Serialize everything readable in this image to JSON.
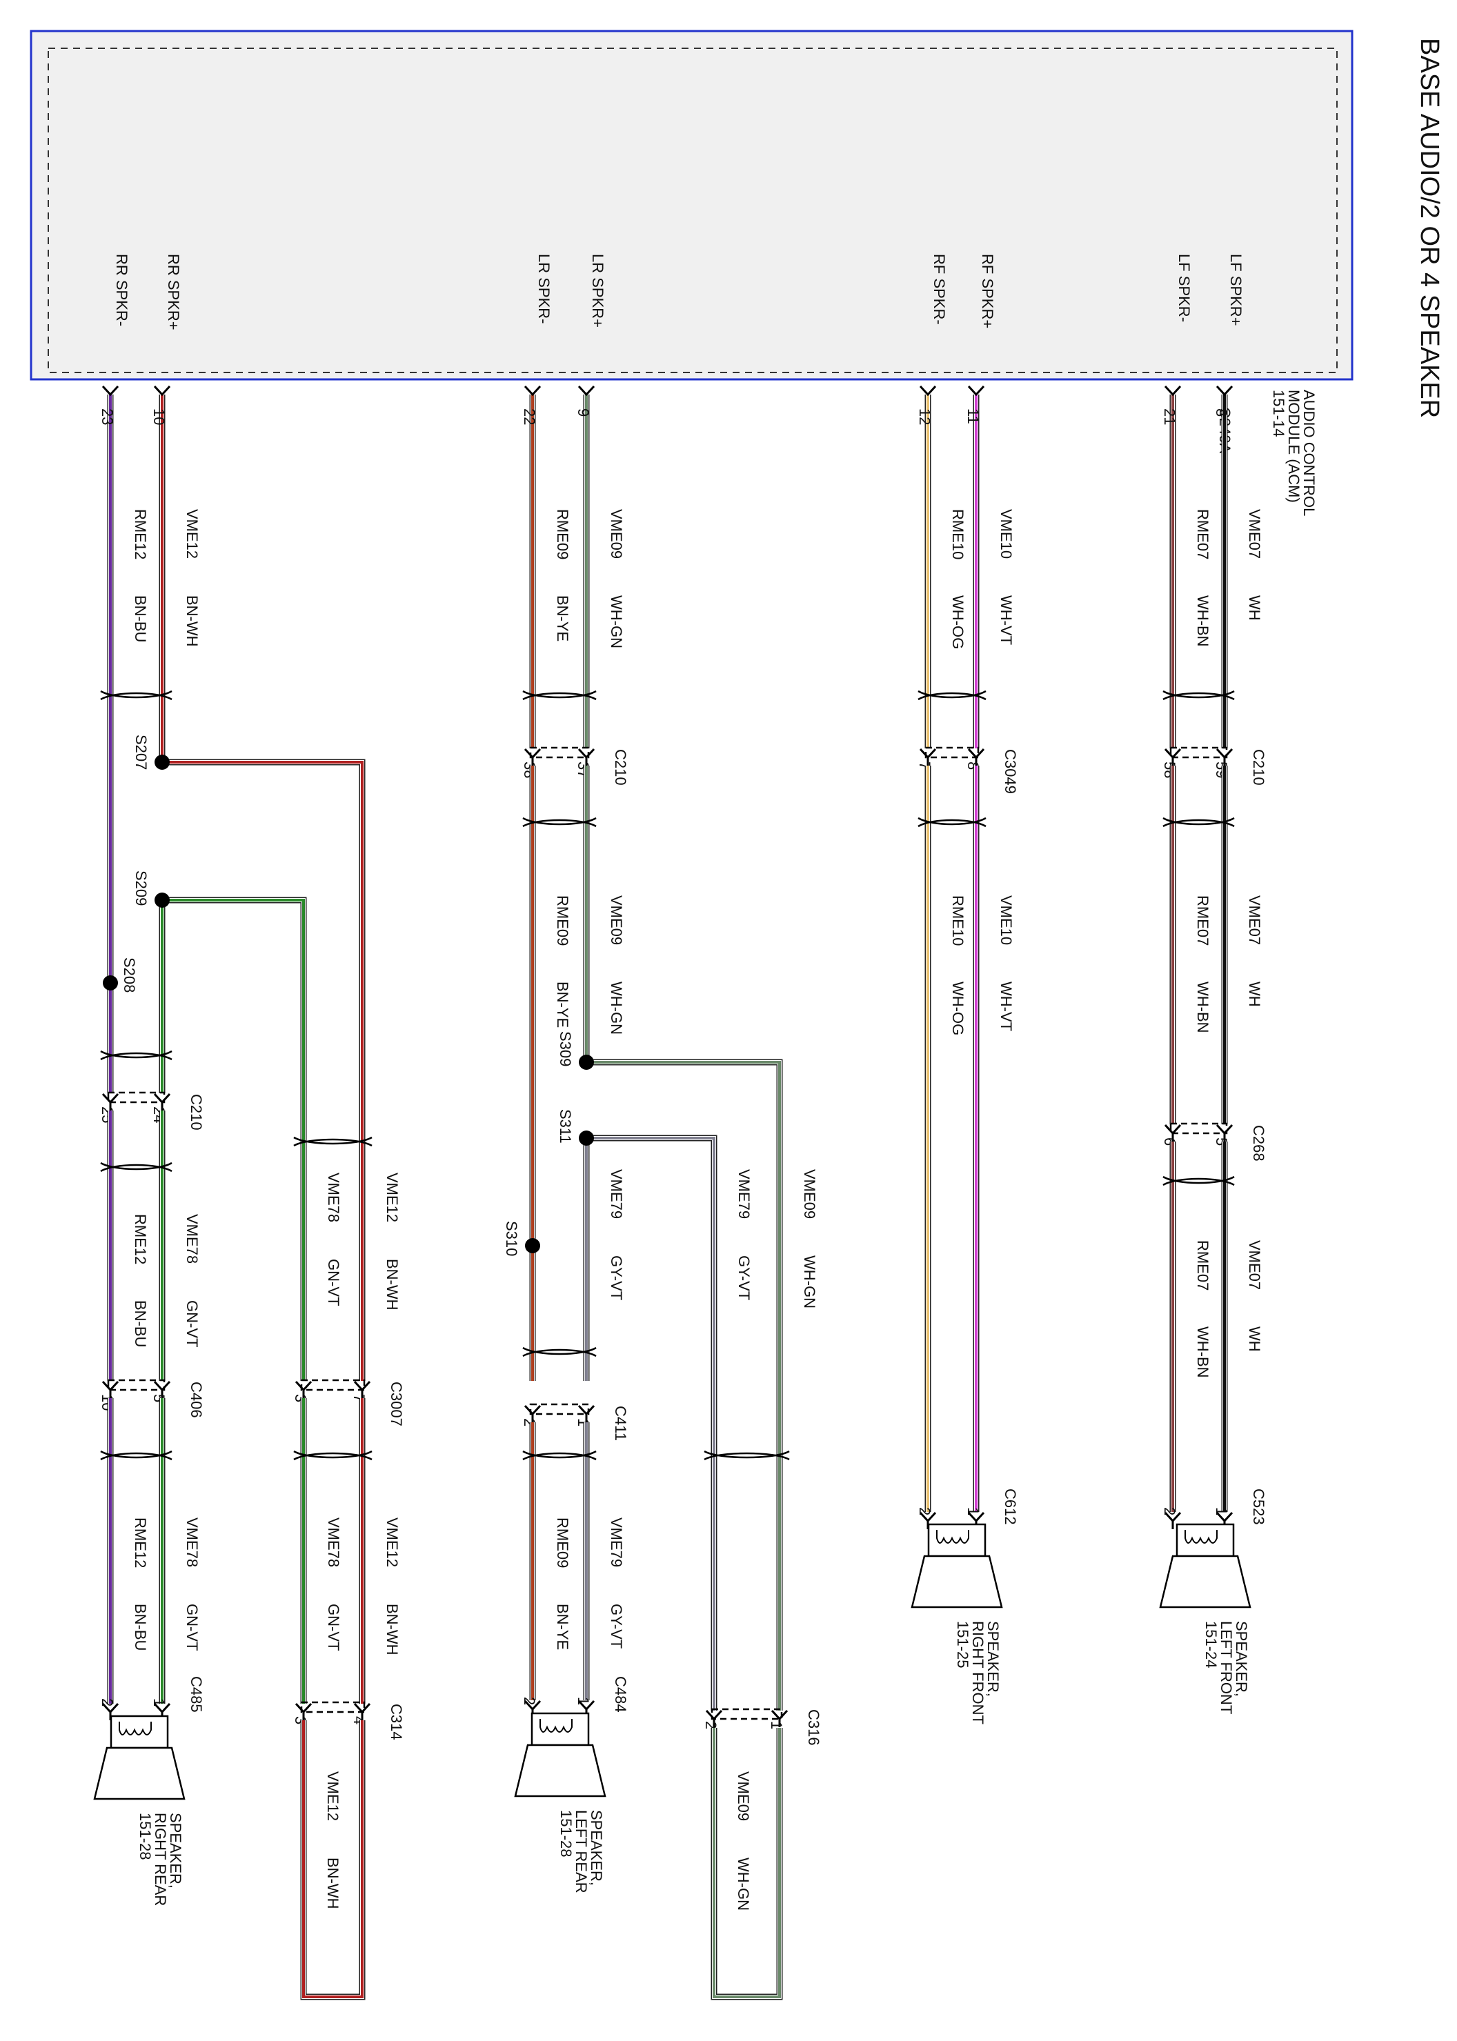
{
  "page_title": "BASE AUDIO/2 OR 4 SPEAKER",
  "module": {
    "name_lines": [
      "AUDIO CONTROL",
      "MODULE (ACM)",
      "151-14"
    ],
    "connector": "C240A",
    "pins": [
      {
        "id": "lf_pos",
        "label": "LF SPKR+",
        "pin": "8"
      },
      {
        "id": "lf_neg",
        "label": "LF SPKR-",
        "pin": "21"
      },
      {
        "id": "rf_pos",
        "label": "RF SPKR+",
        "pin": "11"
      },
      {
        "id": "rf_neg",
        "label": "RF SPKR-",
        "pin": "12"
      },
      {
        "id": "lr_pos",
        "label": "LR SPKR+",
        "pin": "9"
      },
      {
        "id": "lr_neg",
        "label": "LR SPKR-",
        "pin": "22"
      },
      {
        "id": "rr_pos",
        "label": "RR SPKR+",
        "pin": "10"
      },
      {
        "id": "rr_neg",
        "label": "RR SPKR-",
        "pin": "23"
      }
    ]
  },
  "colors": {
    "module_border": "#2233cc",
    "WH": "#111111",
    "WH-BN": "#8a4040",
    "WH-VT": "#d040d0",
    "WH-OG": "#e8c070",
    "WH-GN": "#6a8a6a",
    "BN-YE": "#b04020",
    "GY-VT": "#808090",
    "BN-WH": "#b02020",
    "BN-BU": "#6a2aa0",
    "GN-VT": "#2a8a2a",
    "splice": "#000000"
  },
  "wires": [
    {
      "id": "lf_pos_a",
      "circuit": "VME07",
      "color": "WH"
    },
    {
      "id": "lf_neg_a",
      "circuit": "RME07",
      "color": "WH-BN"
    },
    {
      "id": "lf_pos_b",
      "circuit": "VME07",
      "color": "WH"
    },
    {
      "id": "lf_neg_b",
      "circuit": "RME07",
      "color": "WH-BN"
    },
    {
      "id": "lf_pos_c",
      "circuit": "VME07",
      "color": "WH"
    },
    {
      "id": "lf_neg_c",
      "circuit": "RME07",
      "color": "WH-BN"
    },
    {
      "id": "rf_pos_a",
      "circuit": "VME10",
      "color": "WH-VT"
    },
    {
      "id": "rf_neg_a",
      "circuit": "RME10",
      "color": "WH-OG"
    },
    {
      "id": "rf_pos_b",
      "circuit": "VME10",
      "color": "WH-VT"
    },
    {
      "id": "rf_neg_b",
      "circuit": "RME10",
      "color": "WH-OG"
    },
    {
      "id": "lr_pos_a",
      "circuit": "VME09",
      "color": "WH-GN"
    },
    {
      "id": "lr_neg_a",
      "circuit": "RME09",
      "color": "BN-YE"
    },
    {
      "id": "lr_pos_b",
      "circuit": "VME09",
      "color": "WH-GN"
    },
    {
      "id": "lr_neg_b",
      "circuit": "RME09",
      "color": "BN-YE"
    },
    {
      "id": "lr_s311_branch",
      "circuit": "VME79",
      "color": "GY-VT"
    },
    {
      "id": "lr_s309_branch",
      "circuit": "VME79",
      "color": "GY-VT"
    },
    {
      "id": "lr_s309_route",
      "circuit": "VME09",
      "color": "WH-GN"
    },
    {
      "id": "lr_pos_c",
      "circuit": "VME79",
      "color": "GY-VT"
    },
    {
      "id": "lr_neg_c",
      "circuit": "RME09",
      "color": "BN-YE"
    },
    {
      "id": "c316_loop",
      "circuit": "VME09",
      "color": "WH-GN"
    },
    {
      "id": "rr_pos_a",
      "circuit": "VME12",
      "color": "BN-WH"
    },
    {
      "id": "rr_neg_a",
      "circuit": "RME12",
      "color": "BN-BU"
    },
    {
      "id": "rr_s207_route",
      "circuit": "VME12",
      "color": "BN-WH"
    },
    {
      "id": "rr_s209_route",
      "circuit": "VME78",
      "color": "GN-VT"
    },
    {
      "id": "rr_pos_b",
      "circuit": "VME78",
      "color": "GN-VT"
    },
    {
      "id": "rr_neg_b",
      "circuit": "RME12",
      "color": "BN-BU"
    },
    {
      "id": "rr_pos_c",
      "circuit": "VME78",
      "color": "GN-VT"
    },
    {
      "id": "rr_neg_c",
      "circuit": "RME12",
      "color": "BN-BU"
    },
    {
      "id": "c3007_pos",
      "circuit": "VME12",
      "color": "BN-WH"
    },
    {
      "id": "c3007_neg",
      "circuit": "VME78",
      "color": "GN-VT"
    },
    {
      "id": "c314_loop",
      "circuit": "VME12",
      "color": "BN-WH"
    }
  ],
  "connectors": [
    {
      "id": "c210_lf",
      "name": "C210",
      "pins": [
        "59",
        "58"
      ]
    },
    {
      "id": "c268",
      "name": "C268",
      "pins": [
        "5",
        "6"
      ]
    },
    {
      "id": "c523",
      "name": "C523",
      "pins": [
        "1",
        "2"
      ]
    },
    {
      "id": "c3049",
      "name": "C3049",
      "pins": [
        "8",
        "7"
      ]
    },
    {
      "id": "c612",
      "name": "C612",
      "pins": [
        "1",
        "2"
      ]
    },
    {
      "id": "c210_lr",
      "name": "C210",
      "pins": [
        "37",
        "38"
      ]
    },
    {
      "id": "c411",
      "name": "C411",
      "pins": [
        "1",
        "2"
      ]
    },
    {
      "id": "c484",
      "name": "C484",
      "pins": [
        "1",
        "2"
      ]
    },
    {
      "id": "c316",
      "name": "C316",
      "pins": [
        "1",
        "2"
      ]
    },
    {
      "id": "c210_rr",
      "name": "C210",
      "pins": [
        "24",
        "25"
      ]
    },
    {
      "id": "c406",
      "name": "C406",
      "pins": [
        "5",
        "10"
      ]
    },
    {
      "id": "c485",
      "name": "C485",
      "pins": [
        "1",
        "2"
      ]
    },
    {
      "id": "c3007",
      "name": "C3007",
      "pins": [
        "7",
        "3"
      ]
    },
    {
      "id": "c314",
      "name": "C314",
      "pins": [
        "4",
        "3"
      ]
    }
  ],
  "splices": [
    {
      "id": "s207",
      "name": "S207"
    },
    {
      "id": "s208",
      "name": "S208"
    },
    {
      "id": "s209",
      "name": "S209"
    },
    {
      "id": "s309",
      "name": "S309"
    },
    {
      "id": "s310",
      "name": "S310"
    },
    {
      "id": "s311",
      "name": "S311"
    }
  ],
  "speakers": [
    {
      "id": "lf",
      "lines": [
        "SPEAKER,",
        "LEFT FRONT",
        "151-24"
      ]
    },
    {
      "id": "rf",
      "lines": [
        "SPEAKER,",
        "RIGHT FRONT",
        "151-25"
      ]
    },
    {
      "id": "lr",
      "lines": [
        "SPEAKER,",
        "LEFT REAR",
        "151-28"
      ]
    },
    {
      "id": "rr",
      "lines": [
        "SPEAKER,",
        "RIGHT REAR",
        "151-28"
      ]
    }
  ]
}
